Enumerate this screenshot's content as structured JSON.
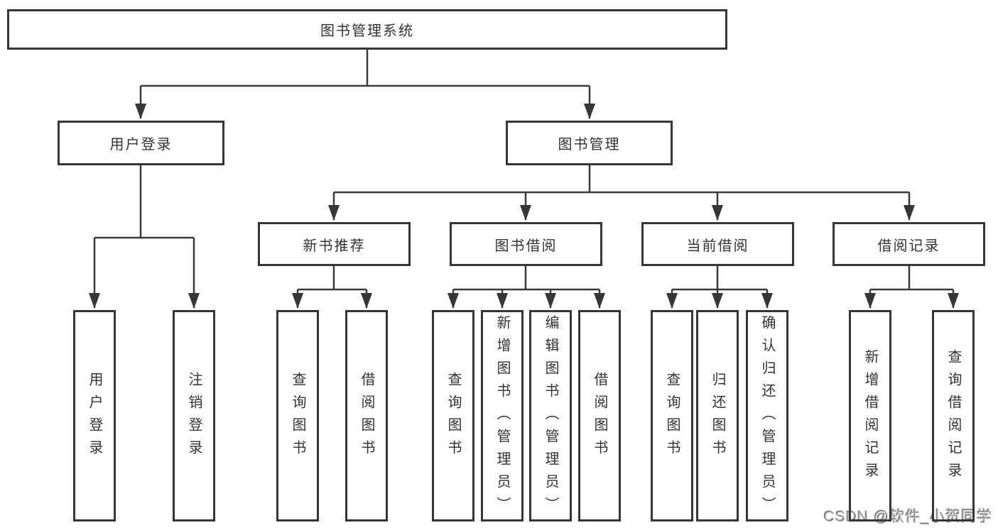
{
  "diagram": {
    "root": {
      "label": "图书管理系统"
    },
    "branches": [
      {
        "label": "用户登录",
        "children": [
          {
            "label": "用户登录"
          },
          {
            "label": "注销登录"
          }
        ]
      },
      {
        "label": "图书管理",
        "children": [
          {
            "label": "新书推荐",
            "children": [
              {
                "label": "查询图书"
              },
              {
                "label": "借阅图书"
              }
            ]
          },
          {
            "label": "图书借阅",
            "children": [
              {
                "label": "查询图书"
              },
              {
                "label": "新增图书（管理员）"
              },
              {
                "label": "编辑图书（管理员）"
              },
              {
                "label": "借阅图书"
              }
            ]
          },
          {
            "label": "当前借阅",
            "children": [
              {
                "label": "查询图书"
              },
              {
                "label": "归还图书"
              },
              {
                "label": "确认归还（管理员）"
              }
            ]
          },
          {
            "label": "借阅记录",
            "children": [
              {
                "label": "新增借阅记录"
              },
              {
                "label": "查询借阅记录"
              }
            ]
          }
        ]
      }
    ],
    "watermark": "CSDN @软件_小贺同学",
    "colors": {
      "line": "#3a3a3a",
      "border": "#363636",
      "text": "#333333",
      "watermark": "#9d9d9d",
      "background": "#ffffff"
    }
  }
}
